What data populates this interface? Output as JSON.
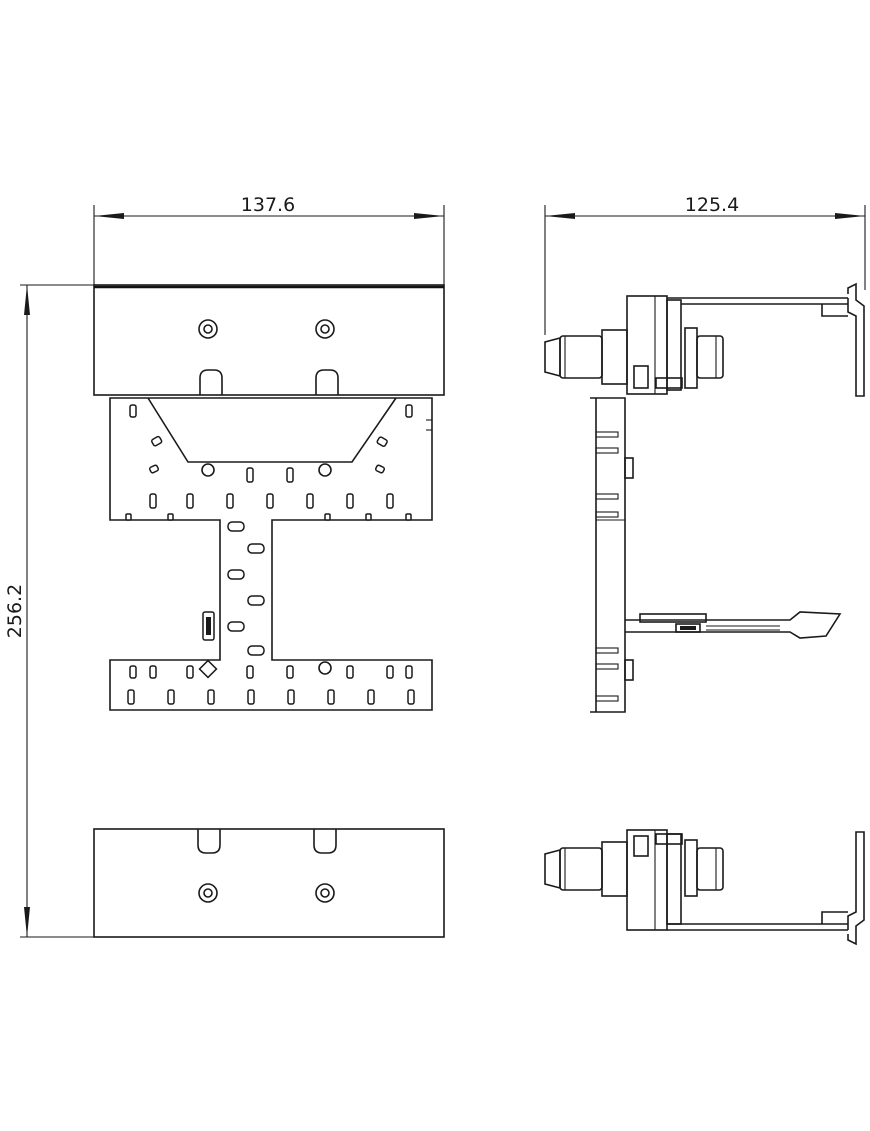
{
  "dimensions": {
    "front_width": "137.6",
    "side_width": "125.4",
    "height": "256.2"
  },
  "colors": {
    "line": "#1a1a1a",
    "background": "#ffffff"
  }
}
